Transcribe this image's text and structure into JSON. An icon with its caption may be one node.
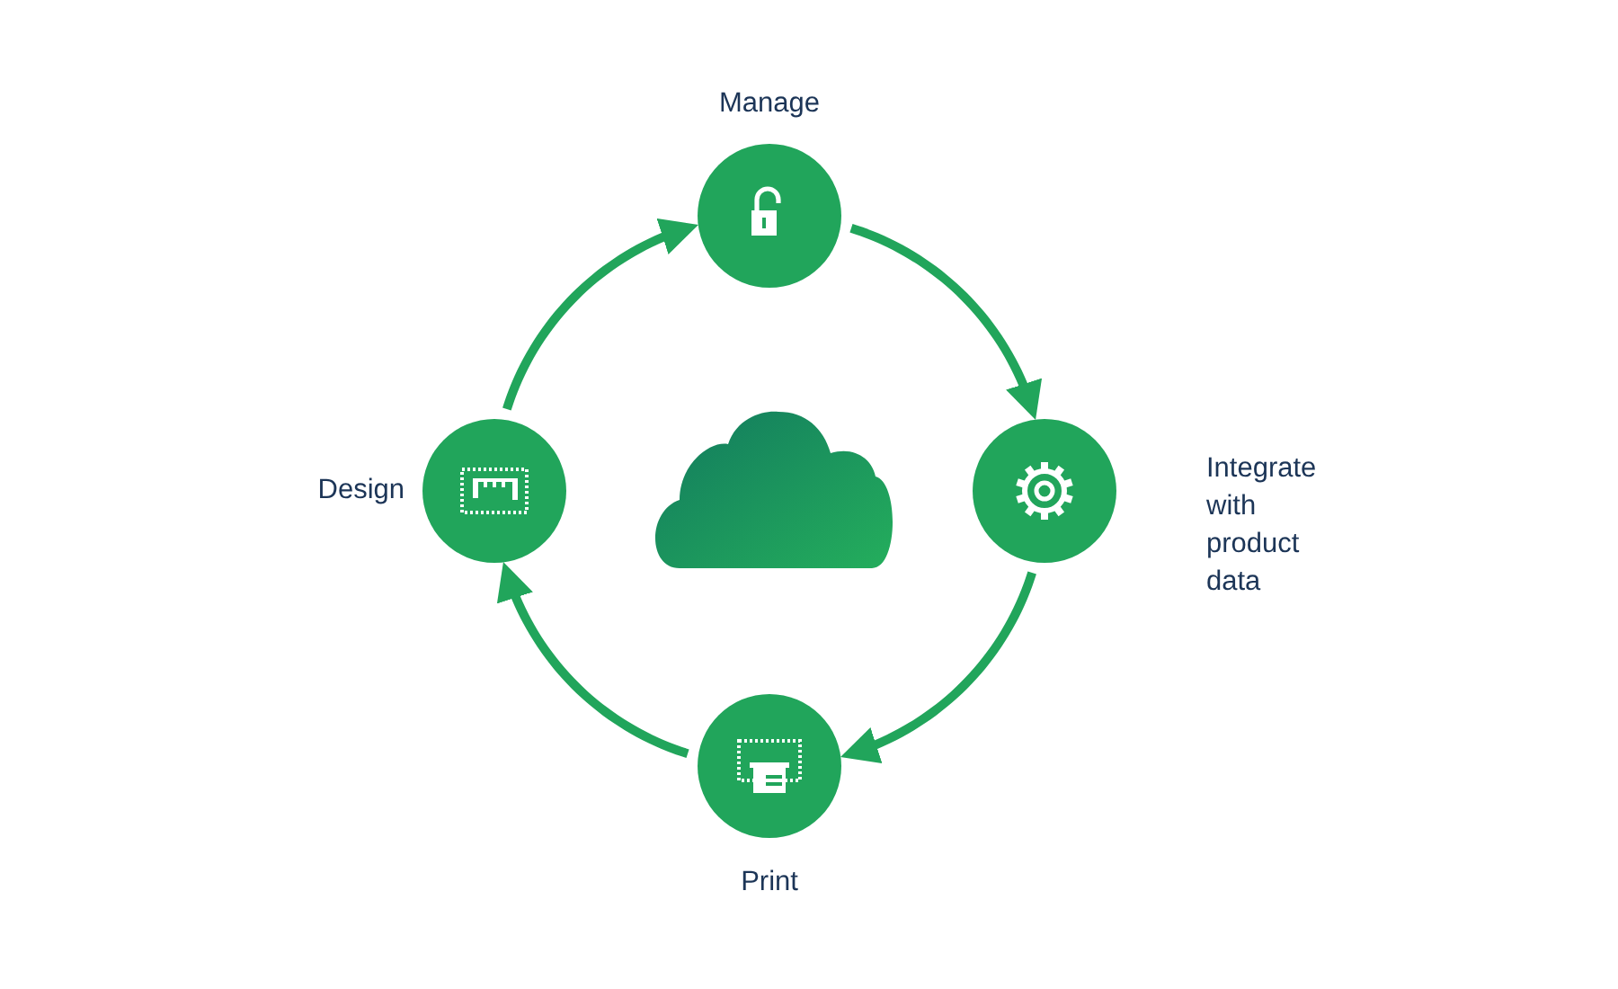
{
  "diagram": {
    "nodes": [
      {
        "text": [
          "Manage"
        ]
      },
      {
        "text": [
          "Integrate with product data"
        ]
      },
      {
        "text": [
          "Print"
        ]
      },
      {
        "text": [
          "Design"
        ]
      }
    ],
    "edges": [
      {
        "from": 0,
        "to": 1,
        "arrow": "to"
      },
      {
        "from": 1,
        "to": 2,
        "arrow": "to"
      },
      {
        "from": 2,
        "to": 3,
        "arrow": "to"
      },
      {
        "from": 3,
        "to": 0,
        "arrow": "to"
      }
    ]
  }
}
